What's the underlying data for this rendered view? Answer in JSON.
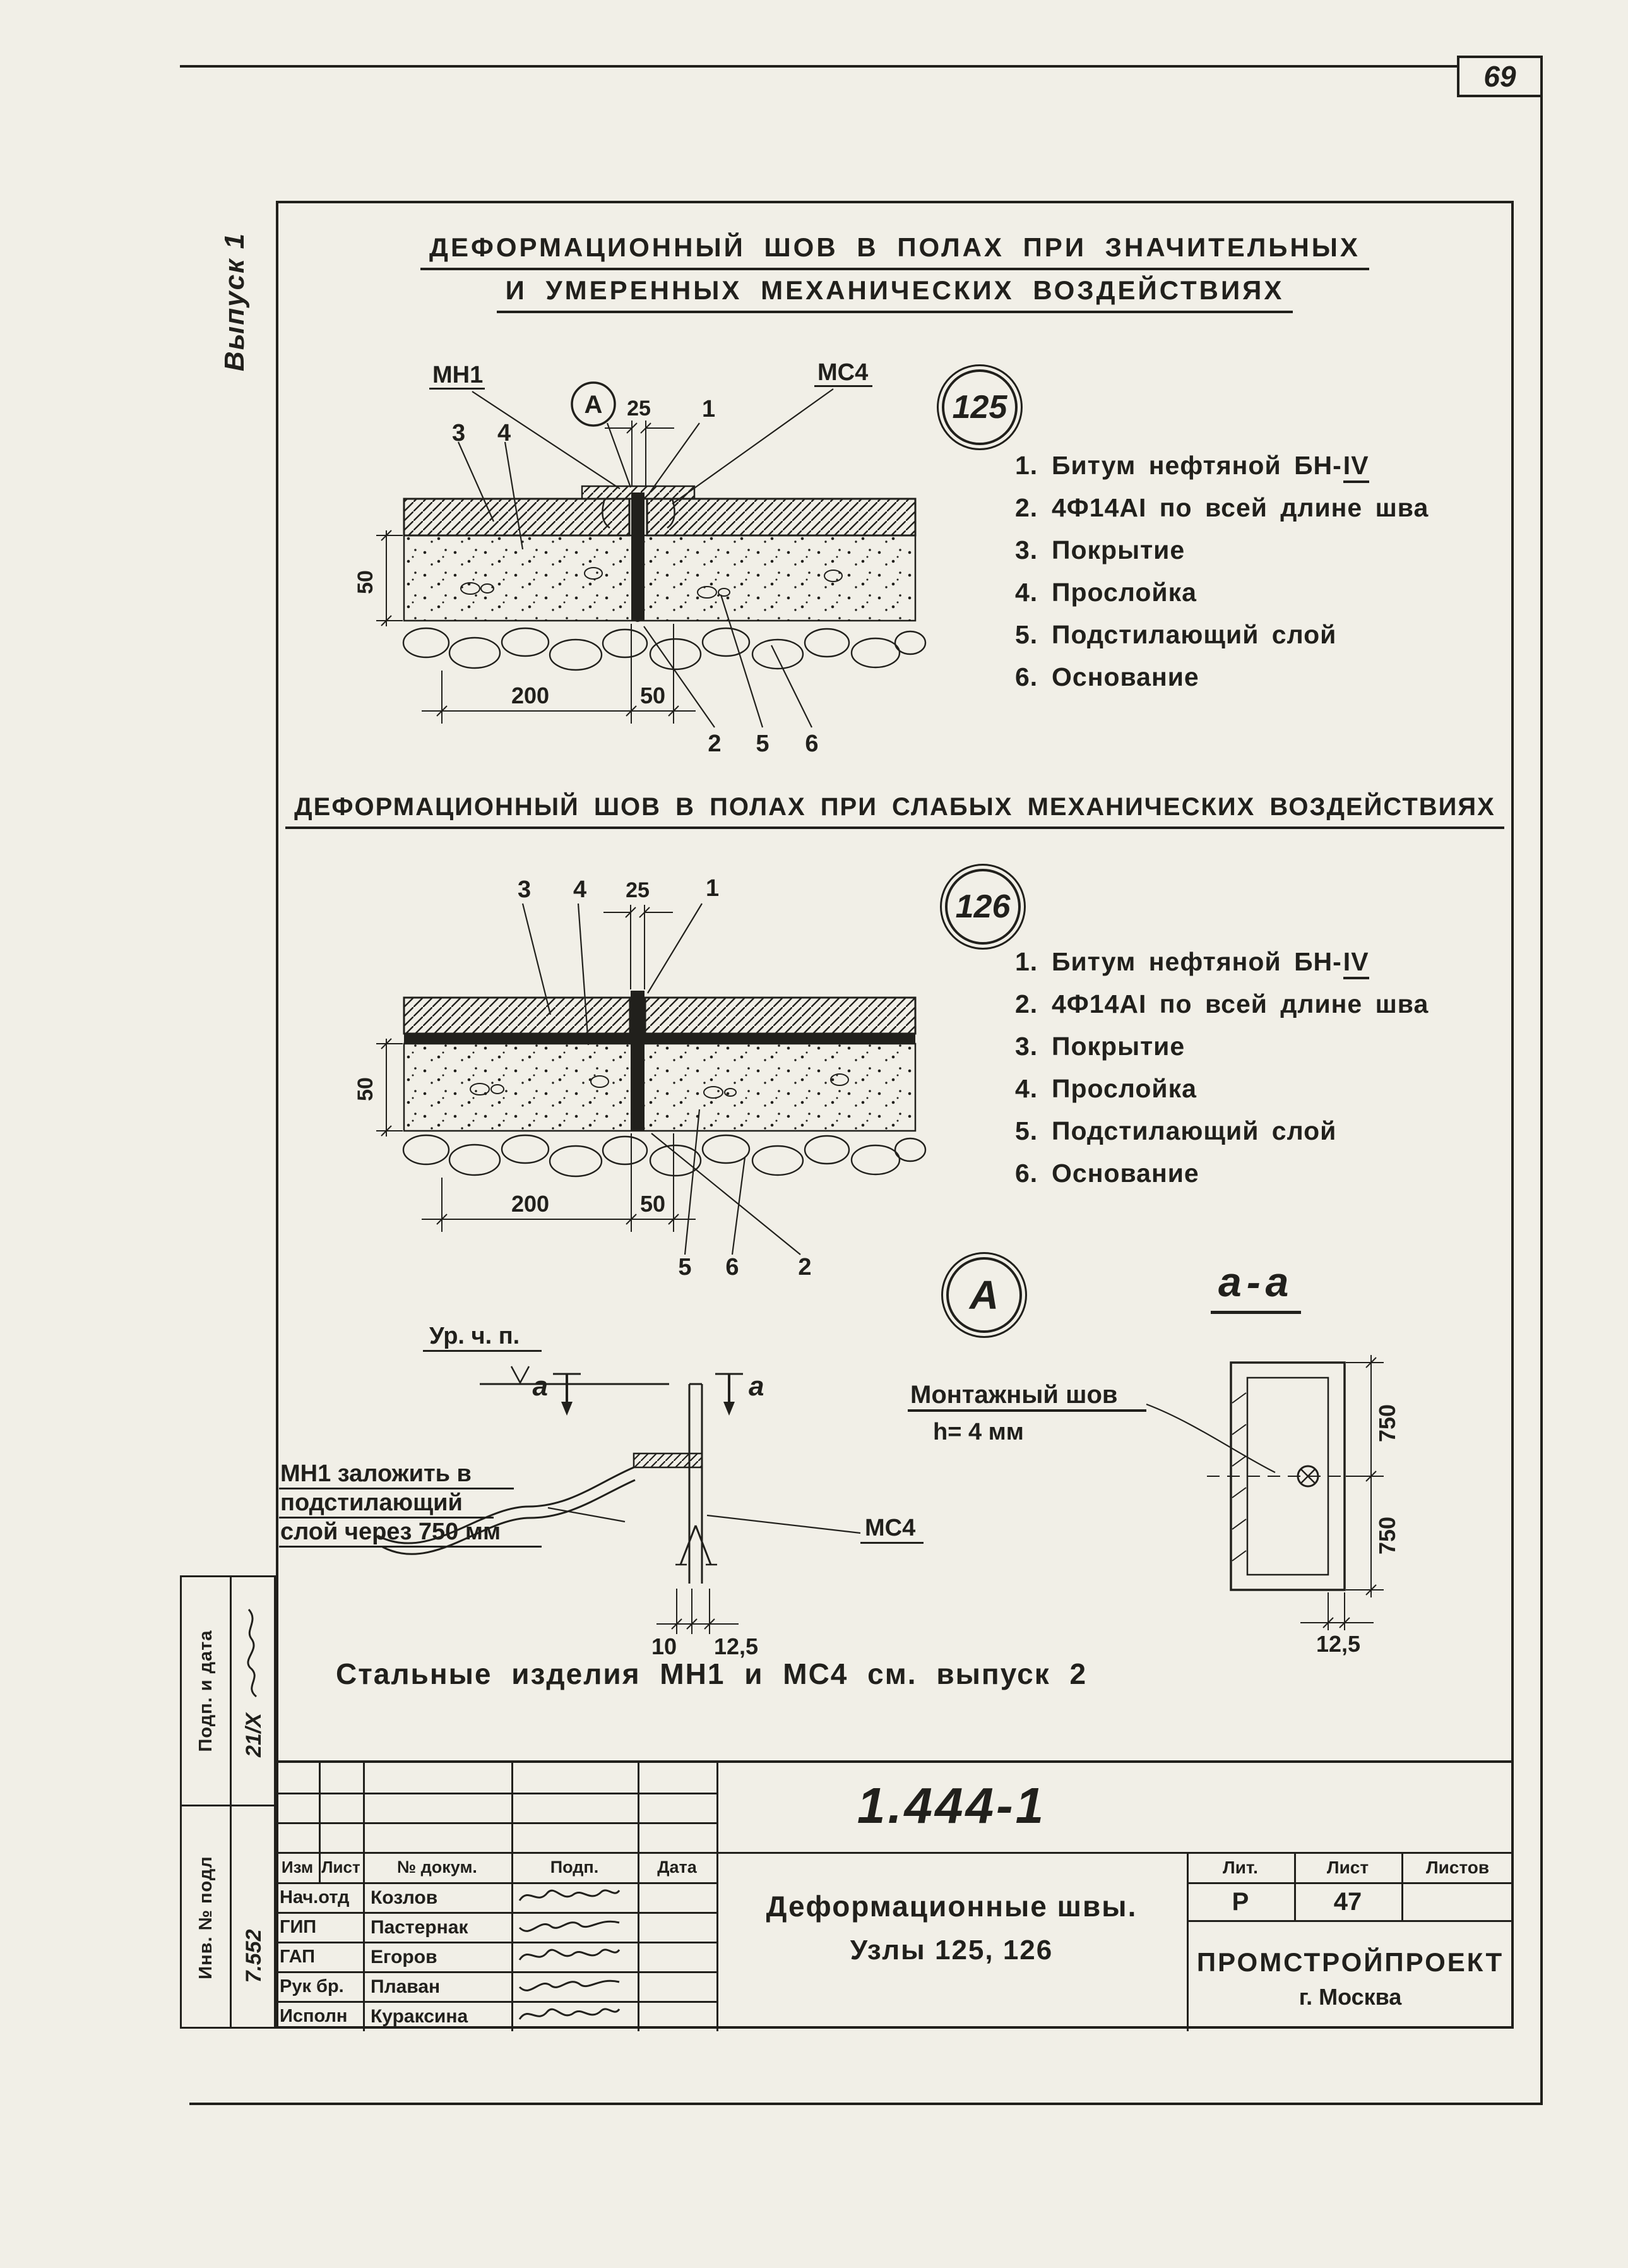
{
  "page": {
    "number": "69",
    "edition": "Выпуск 1",
    "note": "Стальные изделия МН1 и МС4 см. выпуск 2"
  },
  "margin": {
    "podp": "Подп. и дата",
    "inv": "Инв. № подл",
    "date_mark": "21/X",
    "inv_num": "7.552"
  },
  "sec125": {
    "title1": "ДЕФОРМАЦИОННЫЙ ШОВ В ПОЛАХ ПРИ ЗНАЧИТЕЛЬНЫХ",
    "title2": "И УМЕРЕННЫХ МЕХАНИЧЕСКИХ ВОЗДЕЙСТВИЯХ",
    "badge": "125",
    "labels": {
      "mn1": "МН1",
      "mc4": "МС4",
      "a": "А",
      "d25": "25",
      "n1": "1",
      "n2": "2",
      "n3": "3",
      "n4": "4",
      "n5": "5",
      "n6": "6",
      "d50v": "50",
      "d200": "200",
      "d50": "50"
    },
    "legend": [
      {
        "num": "1.",
        "text": "Битум нефтяной БН-",
        "roman": "IV"
      },
      {
        "num": "2.",
        "text": "4Ф14АI по всей длине шва"
      },
      {
        "num": "3.",
        "text": "Покрытие"
      },
      {
        "num": "4.",
        "text": "Прослойка"
      },
      {
        "num": "5.",
        "text": "Подстилающий слой"
      },
      {
        "num": "6.",
        "text": "Основание"
      }
    ]
  },
  "sec126": {
    "title": "ДЕФОРМАЦИОННЫЙ ШОВ В ПОЛАХ ПРИ СЛАБЫХ МЕХАНИЧЕСКИХ ВОЗДЕЙСТВИЯХ",
    "badge": "126",
    "labels": {
      "d25": "25",
      "n1": "1",
      "n2": "2",
      "n3": "3",
      "n4": "4",
      "n5": "5",
      "n6": "6",
      "d50v": "50",
      "d200": "200",
      "d50": "50"
    },
    "legend": [
      {
        "num": "1.",
        "text": "Битум нефтяной БН-",
        "roman": "IV"
      },
      {
        "num": "2.",
        "text": "4Ф14АI по всей длине шва"
      },
      {
        "num": "3.",
        "text": "Покрытие"
      },
      {
        "num": "4.",
        "text": "Прослойка"
      },
      {
        "num": "5.",
        "text": "Подстилающий слой"
      },
      {
        "num": "6.",
        "text": "Основание"
      }
    ]
  },
  "detailA": {
    "badge": "А",
    "level": "Ур. ч. п.",
    "note1": "МН1 заложить в",
    "note2": "подстилающий",
    "note3": "слой через 750 мм",
    "mc4": "МС4",
    "a_left": "a",
    "a_right": "a",
    "d10": "10",
    "d125": "12,5"
  },
  "secAA": {
    "title": "а-а",
    "weld": "Монтажный шов",
    "weld_h": "h= 4 мм",
    "d750_1": "750",
    "d750_2": "750",
    "d125": "12,5"
  },
  "tb": {
    "doc": "1.444-1",
    "h_izm": "Изм",
    "h_list": "Лист",
    "h_dokum": "№ докум.",
    "h_podp": "Подп.",
    "h_data": "Дата",
    "rows": [
      {
        "role": "Нач.отд",
        "name": "Козлов"
      },
      {
        "role": "ГИП",
        "name": "Пастернак"
      },
      {
        "role": "ГАП",
        "name": "Егоров"
      },
      {
        "role": "Рук бр.",
        "name": "Плаван"
      },
      {
        "role": "Исполн",
        "name": "Кураксина"
      }
    ],
    "title1": "Деформационные швы.",
    "title2": "Узлы 125, 126",
    "lit_h": "Лит.",
    "list_h": "Лист",
    "listov_h": "Листов",
    "lit": "Р",
    "list": "47",
    "listov": "",
    "org1": "ПРОМСТРОЙПРОЕКТ",
    "org2": "г. Москва"
  }
}
